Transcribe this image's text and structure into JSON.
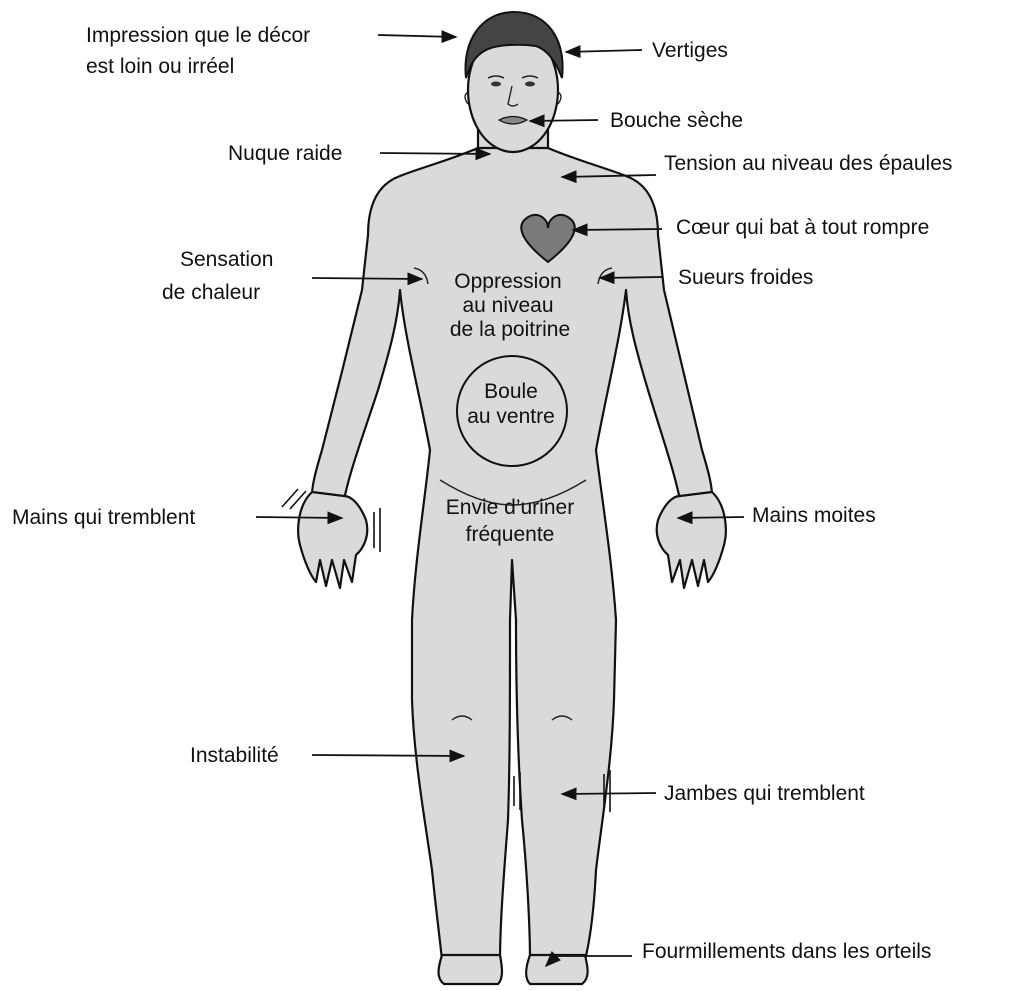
{
  "colors": {
    "body": "#dadada",
    "hair": "#444444",
    "heart": "#7a7a7a",
    "lips": "#888888",
    "outline": "#111111",
    "background": "#ffffff"
  },
  "labels": {
    "decor_line1": "Impression que le décor",
    "decor_line2": "est loin ou irréel",
    "vertiges": "Vertiges",
    "bouche": "Bouche sèche",
    "nuque": "Nuque raide",
    "epaules": "Tension au niveau des épaules",
    "coeur": "Cœur qui bat à tout rompre",
    "chaleur_line1": "Sensation",
    "chaleur_line2": "de chaleur",
    "sueurs": "Sueurs froides",
    "oppression_line1": "Oppression",
    "oppression_line2": "au niveau",
    "oppression_line3": "de la poitrine",
    "boule_line1": "Boule",
    "boule_line2": "au ventre",
    "mains_tremblent": "Mains qui tremblent",
    "mains_moites": "Mains moites",
    "envie_line1": "Envie d’uriner",
    "envie_line2": "fréquente",
    "instabilite": "Instabilité",
    "jambes": "Jambes qui tremblent",
    "fourmillements": "Fourmillements dans les orteils"
  }
}
